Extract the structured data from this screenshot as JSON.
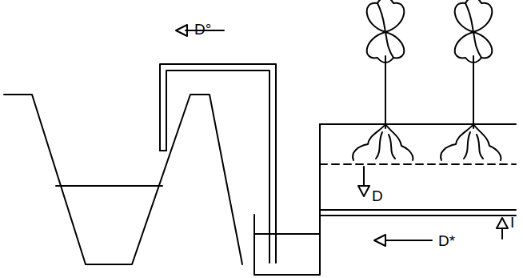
{
  "diagram": {
    "labels": [
      "D°",
      "D",
      "I",
      "D*"
    ]
  }
}
